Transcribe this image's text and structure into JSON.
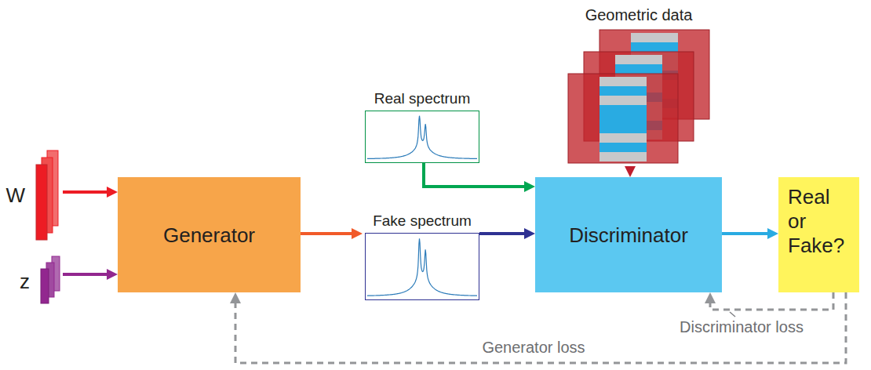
{
  "diagram": {
    "nodes": [
      {
        "text": [
          "W"
        ]
      },
      {
        "text": [
          "z"
        ]
      },
      {
        "text": [
          "Generator"
        ]
      },
      {
        "text": [
          "Real spectrum"
        ]
      },
      {
        "text": [
          "Fake spectrum"
        ]
      },
      {
        "text": [
          "Geometric data"
        ]
      },
      {
        "text": [
          "Discriminator"
        ]
      },
      {
        "text": [
          "Real or Fake?"
        ]
      }
    ],
    "edges": [
      {
        "from": 0,
        "to": 2,
        "arrow": "to"
      },
      {
        "from": 1,
        "to": 2,
        "arrow": "to"
      },
      {
        "from": 2,
        "to": 4,
        "arrow": "to"
      },
      {
        "from": 3,
        "to": 6,
        "arrow": "to"
      },
      {
        "from": 4,
        "to": 6,
        "arrow": "to"
      },
      {
        "from": 5,
        "to": 6,
        "arrow": "to"
      },
      {
        "from": 6,
        "to": 7,
        "arrow": "to"
      },
      {
        "from": 7,
        "to": 6,
        "label": "Discriminator loss",
        "arrow": "to"
      },
      {
        "from": 7,
        "to": 2,
        "label": "Generator loss",
        "arrow": "to"
      }
    ]
  }
}
